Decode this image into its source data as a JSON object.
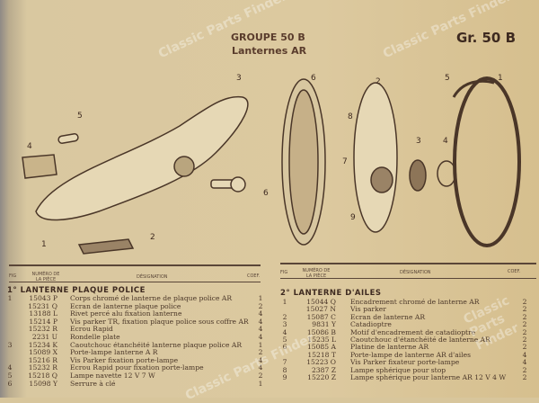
{
  "header": {
    "group": "GROUPE 50 B",
    "subtitle": "Lanternes AR",
    "group_short": "Gr. 50 B"
  },
  "diagram_callouts": {
    "left": [
      "3",
      "5",
      "4",
      "6",
      "2",
      "1"
    ],
    "right": [
      "6",
      "2",
      "8",
      "7",
      "9",
      "3",
      "4",
      "5",
      "1"
    ]
  },
  "table_headers": {
    "fig": "Fig",
    "number": "Numéro de la pièce",
    "designation": "Désignation",
    "coef": "Coef."
  },
  "left_table": {
    "title": "1° LANTERNE PLAQUE POLICE",
    "rows": [
      {
        "fig": "1",
        "number": "15043 P",
        "designation": "Corps chromé de lanterne de plaque police AR",
        "coef": "1"
      },
      {
        "fig": "",
        "number": "15231 Q",
        "designation": "Ecran de lanterne plaque police",
        "coef": "2"
      },
      {
        "fig": "",
        "number": "13188 L",
        "designation": "Rivet percé alu fixation lanterne",
        "coef": "4"
      },
      {
        "fig": "",
        "number": "15214 P",
        "designation": "Vis parker TR, fixation plaque police sous coffre AR",
        "coef": "4"
      },
      {
        "fig": "",
        "number": "15232 R",
        "designation": "Ecrou Rapid",
        "coef": "4"
      },
      {
        "fig": "",
        "number": "2231 U",
        "designation": "Rondelle plate",
        "coef": "4"
      },
      {
        "fig": "3",
        "number": "15234 K",
        "designation": "Caoutchouc étanchéité lanterne plaque police AR",
        "coef": "1"
      },
      {
        "fig": "",
        "number": "15089 X",
        "designation": "Porte-lampe lanterne A R",
        "coef": "2"
      },
      {
        "fig": "",
        "number": "15216 R",
        "designation": "Vis Parker fixation porte-lampe",
        "coef": "4"
      },
      {
        "fig": "4",
        "number": "15232 R",
        "designation": "Ecrou Rapid pour fixation porte-lampe",
        "coef": "4"
      },
      {
        "fig": "5",
        "number": "15218 Q",
        "designation": "Lampe navette 12 V 7 W",
        "coef": "2"
      },
      {
        "fig": "6",
        "number": "15098 Y",
        "designation": "Serrure à clé",
        "coef": "1"
      }
    ]
  },
  "right_table": {
    "title": "2° LANTERNE D'AILES",
    "rows": [
      {
        "fig": "1",
        "number": "15044 Q",
        "designation": "Encadrement chromé de lanterne AR",
        "coef": "2"
      },
      {
        "fig": "",
        "number": "15027 N",
        "designation": "Vis parker",
        "coef": "2"
      },
      {
        "fig": "2",
        "number": "15087 C",
        "designation": "Ecran de lanterne AR",
        "coef": "2"
      },
      {
        "fig": "3",
        "number": "9831 Y",
        "designation": "Catadioptre",
        "coef": "2"
      },
      {
        "fig": "4",
        "number": "15086 B",
        "designation": "Motif d'encadrement de catadioptre",
        "coef": "2"
      },
      {
        "fig": "5",
        "number": "15235 L",
        "designation": "Caoutchouc d'étanchéité de lanterne AR",
        "coef": "2"
      },
      {
        "fig": "6",
        "number": "15085 A",
        "designation": "Platine de lanterne AR",
        "coef": "2"
      },
      {
        "fig": "",
        "number": "15218 T",
        "designation": "Porte-lampe de lanterne AR d'ailes",
        "coef": "4"
      },
      {
        "fig": "7",
        "number": "15223 O",
        "designation": "Vis Parker fixateur porte-lampe",
        "coef": "4"
      },
      {
        "fig": "8",
        "number": "2387 Z",
        "designation": "Lampe sphérique pour stop",
        "coef": "2"
      },
      {
        "fig": "9",
        "number": "15220 Z",
        "designation": "Lampe sphérique pour lanterne AR 12 V 4 W",
        "coef": "2"
      }
    ]
  },
  "watermark": "Classic Parts Finder",
  "colors": {
    "paper": "#d8c69c",
    "ink": "#4a3628"
  }
}
